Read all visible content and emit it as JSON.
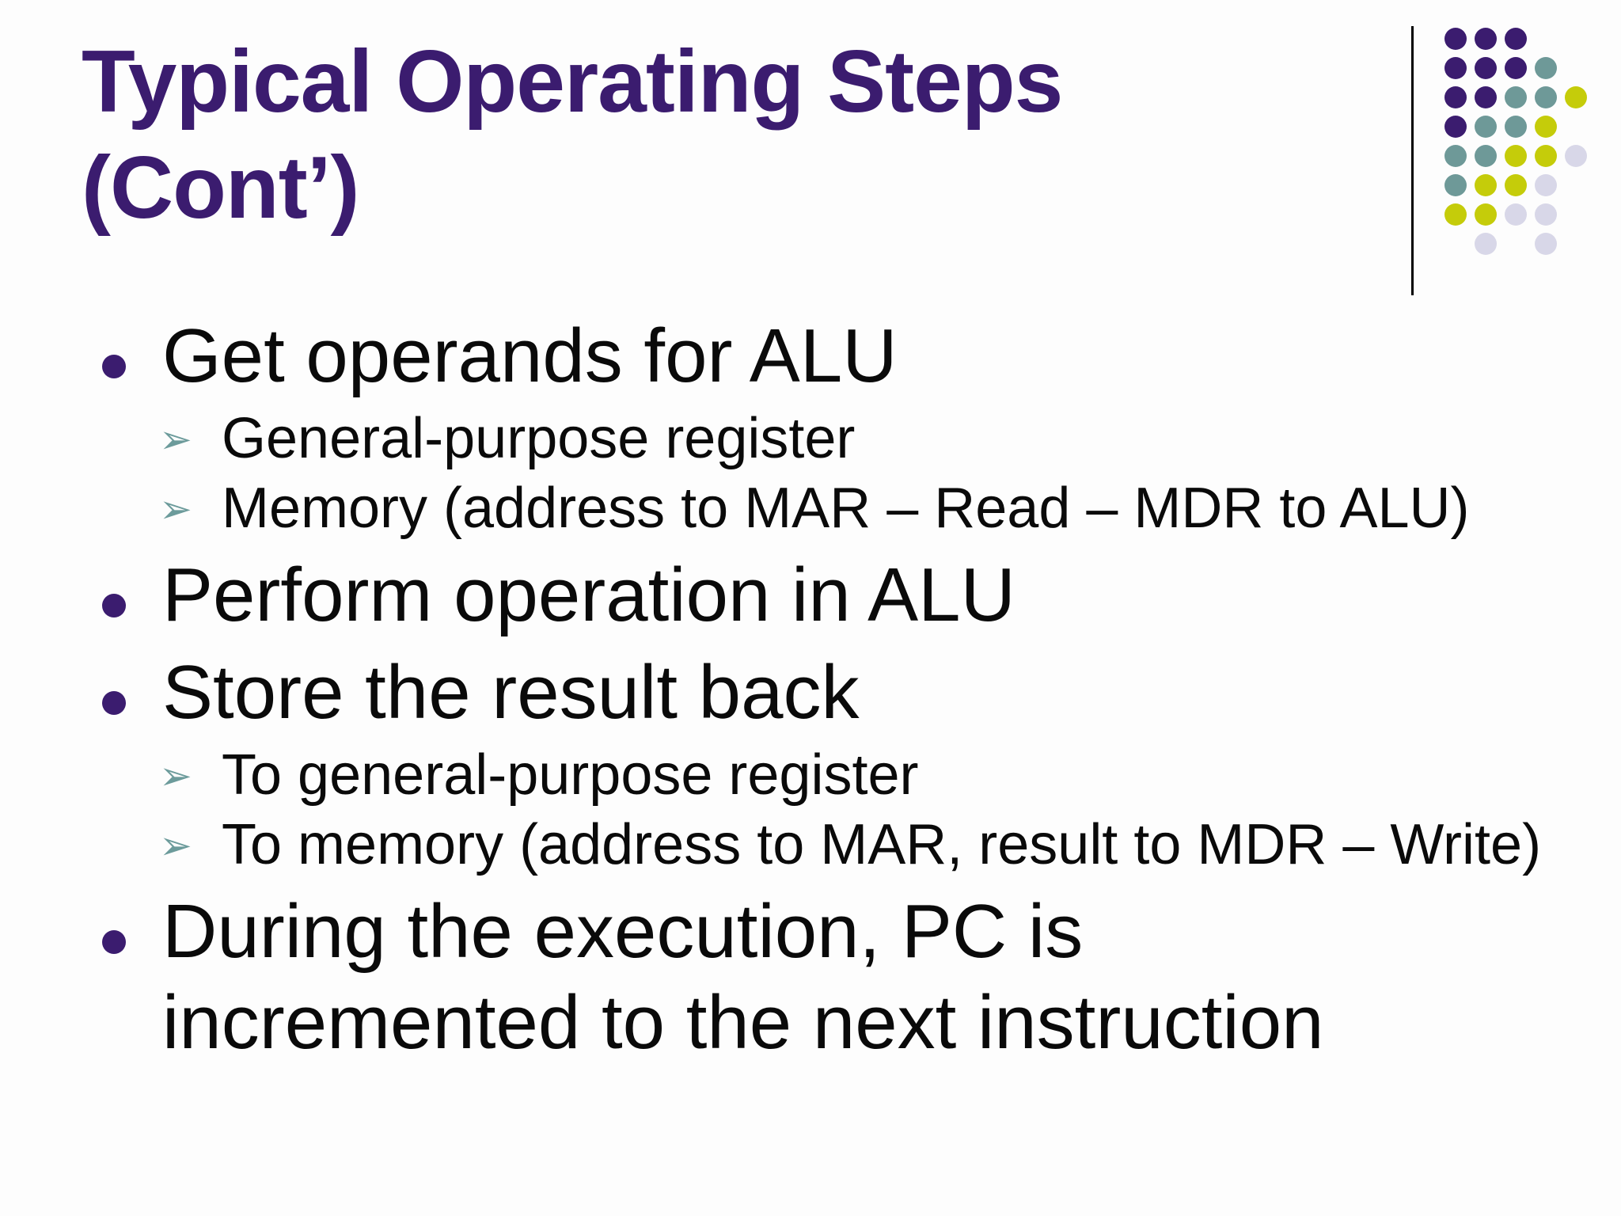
{
  "slide": {
    "title_line1": "Typical Operating Steps",
    "title_line2": "(Cont’)",
    "title_full": "Typical Operating Steps (Cont’)"
  },
  "content": {
    "items": [
      {
        "level": 1,
        "bullet": "dot",
        "text": "Get operands for ALU"
      },
      {
        "level": 2,
        "bullet": "arrow",
        "text": "General-purpose register"
      },
      {
        "level": 2,
        "bullet": "arrow",
        "text": "Memory (address to MAR – Read – MDR to ALU)"
      },
      {
        "level": 1,
        "bullet": "dot",
        "text": "Perform operation in ALU"
      },
      {
        "level": 1,
        "bullet": "dot",
        "text": "Store the result back"
      },
      {
        "level": 2,
        "bullet": "arrow",
        "text": "To general-purpose register"
      },
      {
        "level": 2,
        "bullet": "arrow",
        "text": "To memory (address to MAR, result to MDR – Write)"
      },
      {
        "level": 1,
        "bullet": "dot",
        "text": "During the execution, PC is incremented to the next instruction",
        "line1": "During the execution, PC is",
        "line2": "incremented to the next instruction"
      }
    ]
  },
  "icons": {
    "l1_bullet": "filled-circle-bullet",
    "l2_bullet": "3d-rightwards-arrowhead",
    "l2_bullet_glyph": "➢"
  },
  "colors": {
    "background": "#FDFDFD",
    "title": "#3B1C6F",
    "body_text": "#0A0A0A",
    "bullet_dot": "#3B1C6F",
    "arrow_bullet": "#6C9B9B",
    "separator_line": "#000000"
  },
  "decoration": {
    "dot_colors": {
      "P": "#3B1C6F",
      "T": "#6E9998",
      "Y": "#C5CC0A",
      "L": "#D8D7E8"
    },
    "dot_color_names": {
      "P": "dark-purple",
      "T": "teal",
      "Y": "yellow-green",
      "L": "lavender"
    },
    "dot_grid": [
      "PPP..",
      "PPPT.",
      "PPTTY",
      "PTTY.",
      "TTYYL",
      "TYYL.",
      "YYLL.",
      ".L.L."
    ]
  }
}
